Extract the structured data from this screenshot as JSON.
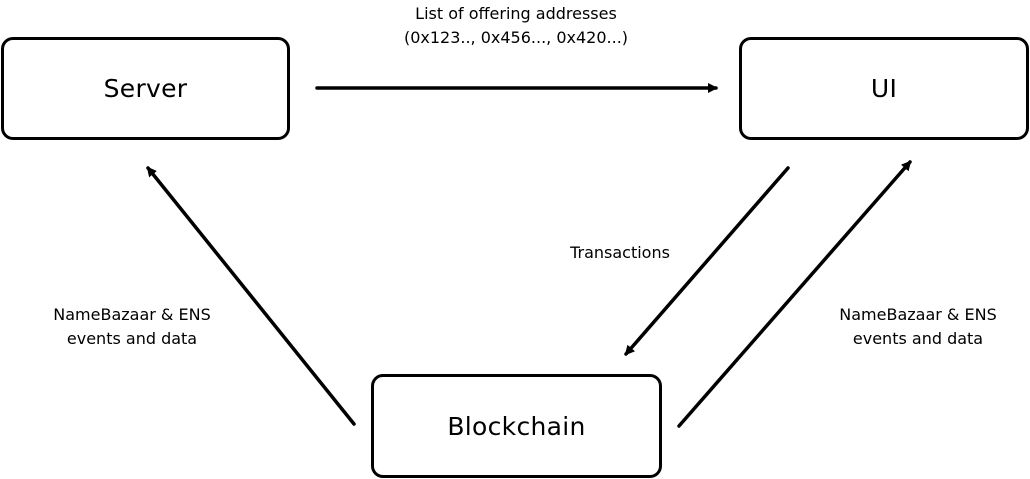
{
  "nodes": {
    "server": "Server",
    "ui": "UI",
    "blockchain": "Blockchain"
  },
  "edges": {
    "server_to_ui": {
      "line1": "List of offering addresses",
      "line2": "(0x123.., 0x456..., 0x420...)"
    },
    "ui_to_blockchain": {
      "label": "Transactions"
    },
    "blockchain_to_server": {
      "line1": "NameBazaar & ENS",
      "line2": "events and data"
    },
    "blockchain_to_ui": {
      "line1": "NameBazaar & ENS",
      "line2": "events and data"
    }
  },
  "colors": {
    "stroke": "#000000",
    "background": "#ffffff"
  }
}
